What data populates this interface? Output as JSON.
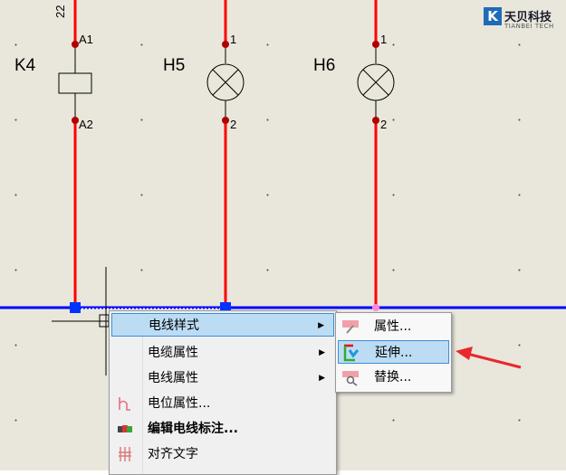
{
  "schematic": {
    "top_label": "22",
    "components": [
      {
        "ref": "K4",
        "pin_top": "A1",
        "pin_bottom": "A2"
      },
      {
        "ref": "H5",
        "pin_top": "1",
        "pin_bottom": "2"
      },
      {
        "ref": "H6",
        "pin_top": "1",
        "pin_bottom": "2"
      }
    ],
    "wire_color": "#ff0000",
    "selected_wire_color": "#0000ff"
  },
  "logo": {
    "name": "天贝科技",
    "sub": "TIANBEI TECH",
    "color": "#1e6bb8"
  },
  "context_menu": {
    "items": [
      {
        "label": "电线样式",
        "submenu": true,
        "icon": "none"
      },
      {
        "label": "电缆属性",
        "submenu": true,
        "icon": "none"
      },
      {
        "label": "电线属性",
        "submenu": true,
        "icon": "none"
      },
      {
        "label": "电位属性...",
        "icon": "potential-icon"
      },
      {
        "label": "编辑电线标注...",
        "icon": "wire-label-icon"
      },
      {
        "label": "对齐文字",
        "icon": "align-text-icon"
      }
    ]
  },
  "submenu": {
    "items": [
      {
        "label": "属性...",
        "icon": "properties-icon"
      },
      {
        "label": "延伸...",
        "icon": "extend-icon"
      },
      {
        "label": "替换...",
        "icon": "replace-icon"
      }
    ]
  },
  "arrow_color": "#e8282b"
}
